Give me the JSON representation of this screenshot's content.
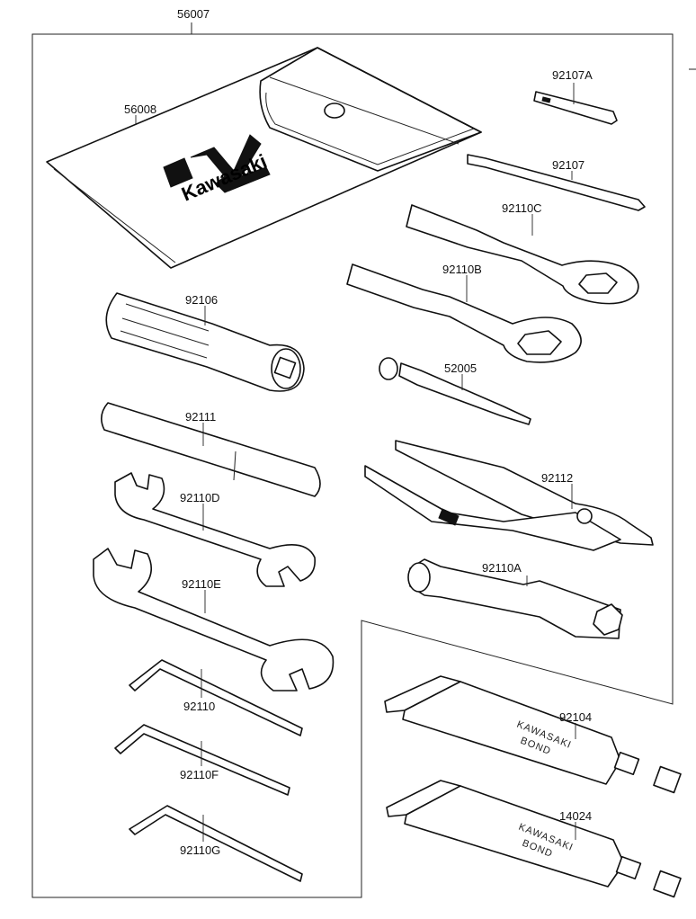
{
  "parts": {
    "p56007": "56007",
    "p56008": "56008",
    "p92107A": "92107A",
    "p92107": "92107",
    "p92110C": "92110C",
    "p92110B": "92110B",
    "p92106": "92106",
    "p52005": "52005",
    "p92111": "92111",
    "p92112": "92112",
    "p92110D": "92110D",
    "p92110A": "92110A",
    "p92110E": "92110E",
    "p92104": "92104",
    "p92110": "92110",
    "p92110F": "92110F",
    "p14024": "14024",
    "p92110G": "92110G"
  },
  "brand": {
    "logo_text": "Kawasaki",
    "tube1_line1": "KAWASAKI",
    "tube1_line2": "BOND",
    "tube2_line1": "KAWASAKI",
    "tube2_line2": "BOND"
  },
  "colors": {
    "ink": "#111111",
    "paper": "#ffffff"
  }
}
